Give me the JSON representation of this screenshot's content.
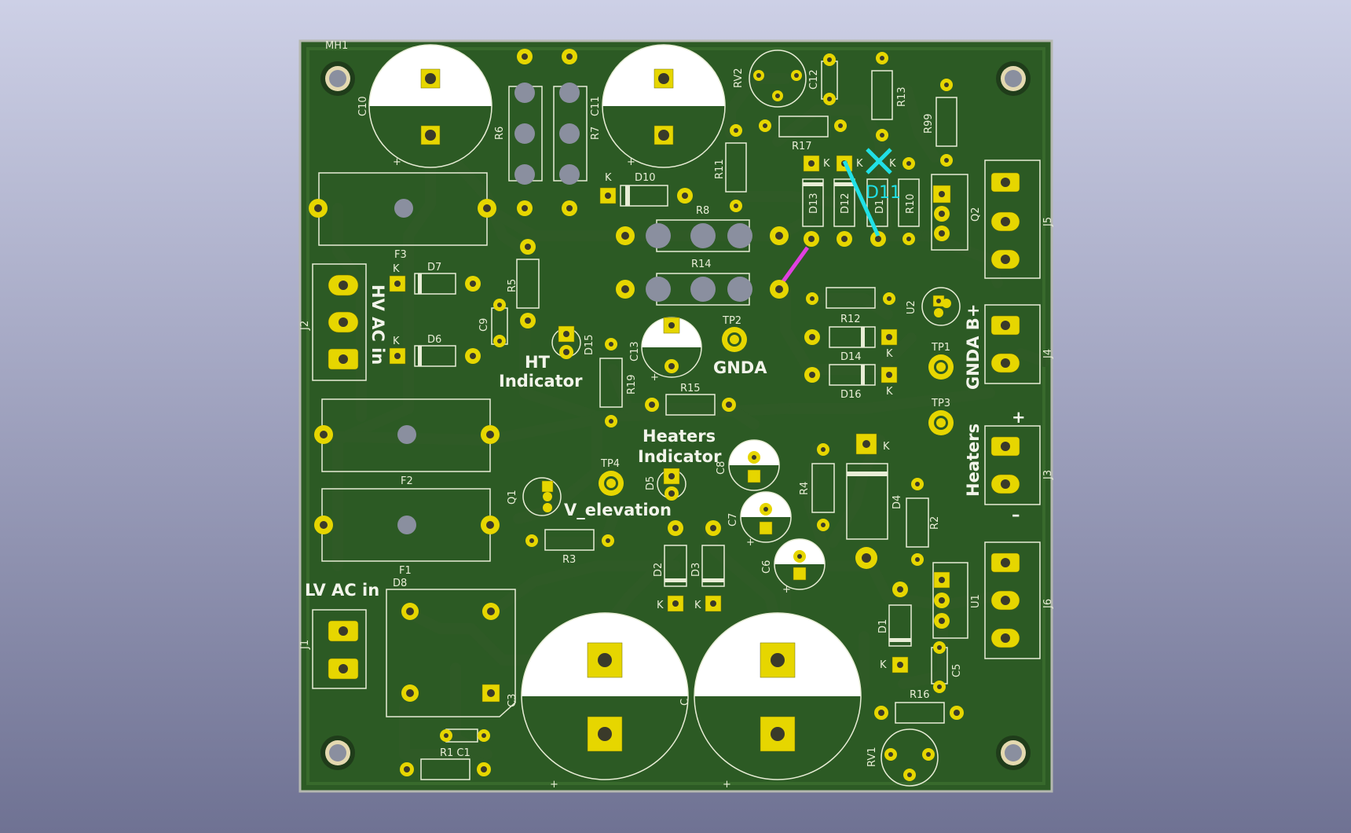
{
  "colors": {
    "board": "#2c5a24",
    "copper": "#e6d600",
    "silkscreen": "#e8edd6",
    "ratsnest_cyan": "#20e0e6",
    "ratsnest_magenta": "#e040e0"
  },
  "labels": {
    "hv_ac_in": "HV AC in",
    "lv_ac_in": "LV AC in",
    "ht_indicator_1": "HT",
    "ht_indicator_2": "Indicator",
    "gnda": "GNDA",
    "gnda_bplus": "GNDA B+",
    "heaters": "Heaters",
    "heaters_indicator_1": "Heaters",
    "heaters_indicator_2": "Indicator",
    "v_elevation": "V_elevation",
    "plus": "+",
    "minus": "–",
    "d11_highlight": "D11"
  },
  "refs": {
    "mh1": "MH1",
    "c10": "C10",
    "c11": "C11",
    "r6": "R6",
    "r7": "R7",
    "rv2": "RV2",
    "c12": "C12",
    "r13": "R13",
    "r99": "R99",
    "r17": "R17",
    "r11": "R11",
    "d10": "D10",
    "d13": "D13",
    "d12": "D12",
    "d11": "D1",
    "r10": "R10",
    "q2": "Q2",
    "j5": "J5",
    "r8": "R8",
    "r14": "R14",
    "f3": "F3",
    "d7": "D7",
    "d6": "D6",
    "r5": "R5",
    "c9": "C9",
    "j2": "J2",
    "d15": "D15",
    "c13": "C13",
    "tp2": "TP2",
    "u2": "U2",
    "r12": "R12",
    "d14": "D14",
    "d16": "D16",
    "tp1": "TP1",
    "j4": "J4",
    "r19": "R19",
    "r15": "R15",
    "tp3": "TP3",
    "f2": "F2",
    "tp4": "TP4",
    "d5": "D5",
    "c8": "C8",
    "r4": "R4",
    "d4": "D4",
    "r2": "R2",
    "j3": "J3",
    "q1": "Q1",
    "c7": "C7",
    "r3": "R3",
    "f1": "F1",
    "d8": "D8",
    "d2": "D2",
    "d3": "D3",
    "c6": "C6",
    "j6": "J6",
    "u1": "U1",
    "d1": "D1",
    "j1": "J1",
    "c5": "C5",
    "c3": "C3",
    "c_big": "C",
    "r16": "R16",
    "r1c1": "R1 C1",
    "rv1": "RV1",
    "k": "K"
  }
}
